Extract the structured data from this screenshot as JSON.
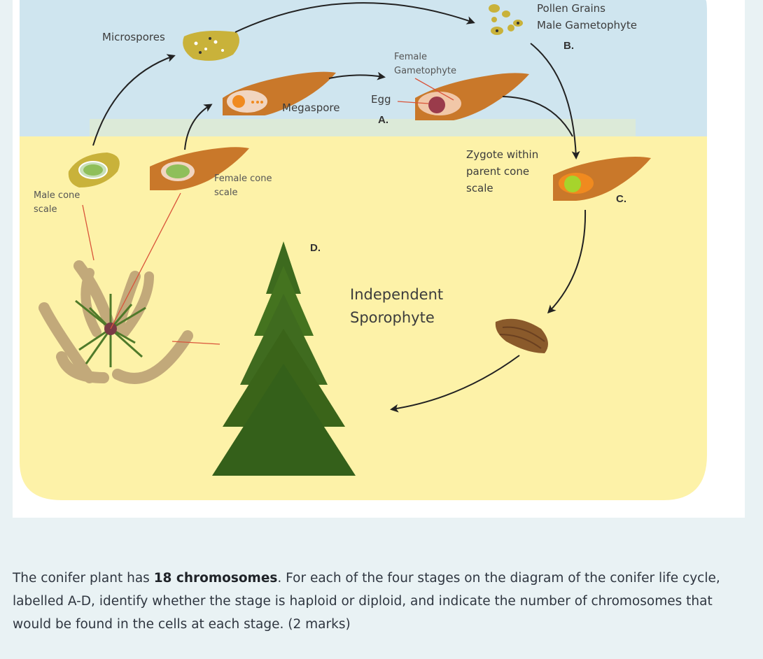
{
  "diagram": {
    "labels": {
      "microspores": "Microspores",
      "pollen_grains": "Pollen Grains",
      "male_gametophyte": "Male Gametophyte",
      "b": "B.",
      "female_gametophyte_1": "Female",
      "female_gametophyte_2": "Gametophyte",
      "megaspore": "Megaspore",
      "egg": "Egg",
      "a": "A.",
      "zygote_1": "Zygote within",
      "zygote_2": "parent cone",
      "zygote_3": "scale",
      "c": "C.",
      "male_cone_scale_1": "Male cone",
      "male_cone_scale_2": "scale",
      "female_cone_scale_1": "Female cone",
      "female_cone_scale_2": "scale",
      "d": "D.",
      "independent": "Independent",
      "sporophyte": "Sporophyte"
    },
    "colors": {
      "sky": "#cfe5ef",
      "ground": "#fdf2a8",
      "scale": "#c9782a",
      "pollen": "#c9b23a",
      "tree": "#3f6b1f",
      "pointer": "#d9543a"
    }
  },
  "question": {
    "part1": "The conifer plant has ",
    "bold": "18 chromosomes",
    "part2": ". For each of the four stages on the diagram of the conifer life cycle, labelled A-D, identify whether the stage is haploid or diploid, and indicate the number of chromosomes that would be found in the cells at each stage. (2 marks)"
  }
}
